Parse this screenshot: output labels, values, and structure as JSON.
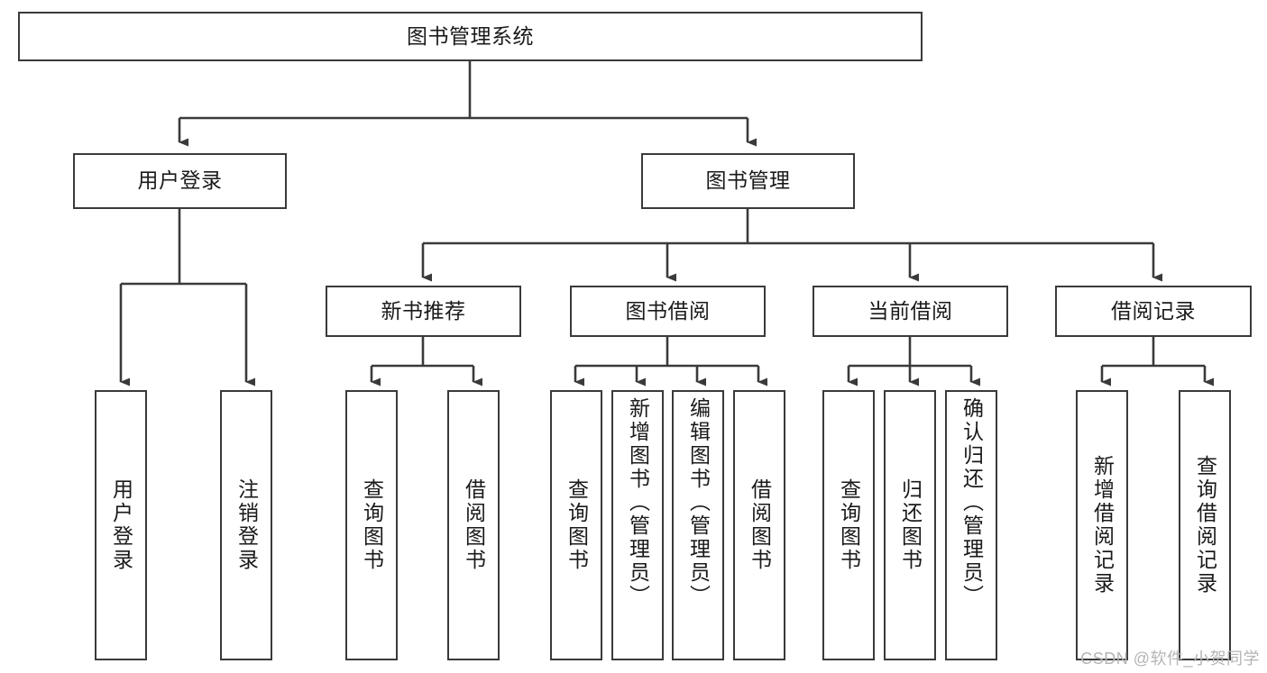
{
  "diagram": {
    "title_node": {
      "id": "root",
      "label": "图书管理系统"
    },
    "level2": [
      {
        "id": "user-login",
        "label": "用户登录"
      },
      {
        "id": "book-management",
        "label": "图书管理"
      }
    ],
    "level3": [
      {
        "id": "new-book-recommend",
        "label": "新书推荐"
      },
      {
        "id": "book-borrow",
        "label": "图书借阅"
      },
      {
        "id": "current-borrow",
        "label": "当前借阅"
      },
      {
        "id": "borrow-record",
        "label": "借阅记录"
      }
    ],
    "leaves": {
      "user_login": [
        {
          "id": "leaf-user-login",
          "label": "用户登录"
        },
        {
          "id": "leaf-logout-login",
          "label": "注销登录"
        }
      ],
      "new_book_recommend": [
        {
          "id": "leaf-query-book-1",
          "label": "查询图书"
        },
        {
          "id": "leaf-borrow-book-1",
          "label": "借阅图书"
        }
      ],
      "book_borrow": [
        {
          "id": "leaf-query-book-2",
          "label": "查询图书"
        },
        {
          "id": "leaf-add-book",
          "label": "新增图书（管理员）"
        },
        {
          "id": "leaf-edit-book",
          "label": "编辑图书（管理员）"
        },
        {
          "id": "leaf-borrow-book-2",
          "label": "借阅图书"
        }
      ],
      "current_borrow": [
        {
          "id": "leaf-query-book-3",
          "label": "查询图书"
        },
        {
          "id": "leaf-return-book",
          "label": "归还图书"
        },
        {
          "id": "leaf-confirm-return",
          "label": "确认归还（管理员）"
        }
      ],
      "borrow_record": [
        {
          "id": "leaf-add-record",
          "label": "新增借阅记录"
        },
        {
          "id": "leaf-query-record",
          "label": "查询借阅记录"
        }
      ]
    },
    "watermark": "CSDN @软件_小贺同学",
    "colors": {
      "stroke": "#3a3a3a",
      "fill": "#ffffff",
      "text": "#1a1a1a",
      "watermark": "#b4b4b4"
    }
  }
}
